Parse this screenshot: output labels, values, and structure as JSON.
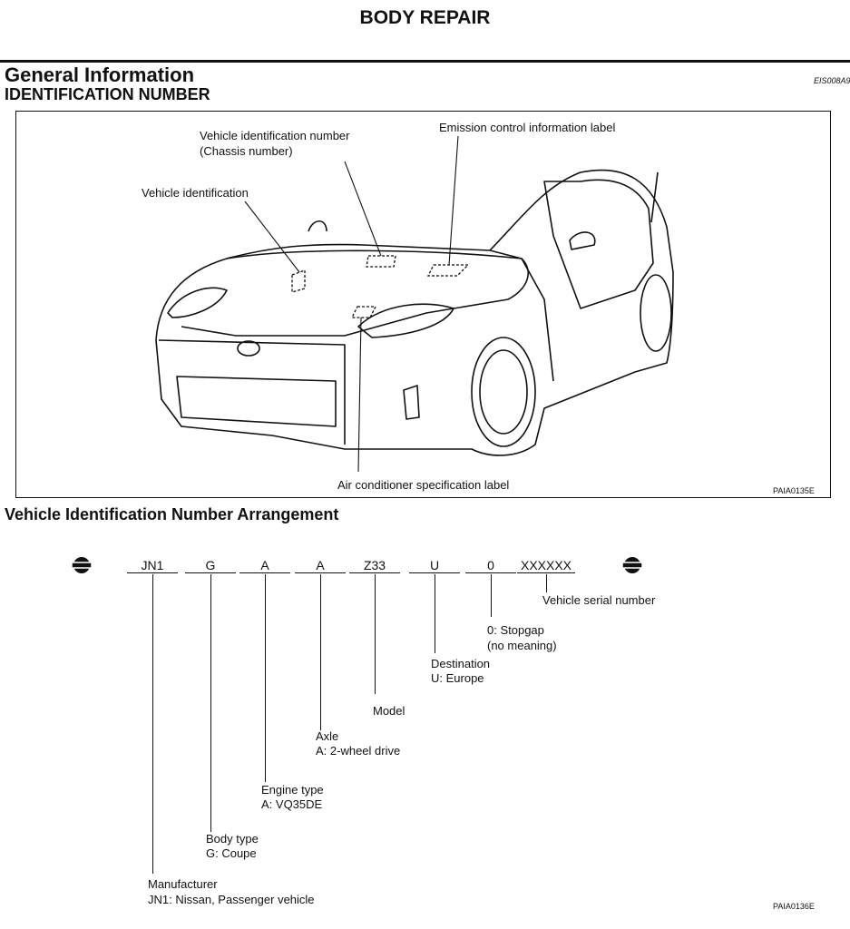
{
  "header": {
    "title": "BODY REPAIR"
  },
  "section": {
    "title": "General Information",
    "subtitle": "IDENTIFICATION NUMBER",
    "code": "EIS008A9"
  },
  "figure1": {
    "labels": {
      "vin": "Vehicle identification number",
      "chassis": "(Chassis number)",
      "emission": "Emission control information label",
      "vehicle_id": "Vehicle identification",
      "aircon": "Air conditioner specification label"
    },
    "code": "PAIA0135E"
  },
  "arrangement": {
    "title": "Vehicle Identification Number Arrangement",
    "codes": [
      "JN1",
      "G",
      "A",
      "A",
      "Z33",
      "U",
      "0",
      "XXXXXX"
    ],
    "descriptions": {
      "serial": "Vehicle serial number",
      "stopgap_1": "0: Stopgap",
      "stopgap_2": "(no meaning)",
      "destination_1": "Destination",
      "destination_2": "U: Europe",
      "model": "Model",
      "axle_1": "Axle",
      "axle_2": "A: 2-wheel drive",
      "engine_1": "Engine type",
      "engine_2": "A: VQ35DE",
      "body_1": "Body type",
      "body_2": "G: Coupe",
      "manufacturer_1": "Manufacturer",
      "manufacturer_2": "JN1: Nissan, Passenger vehicle"
    },
    "code": "PAIA0136E"
  }
}
